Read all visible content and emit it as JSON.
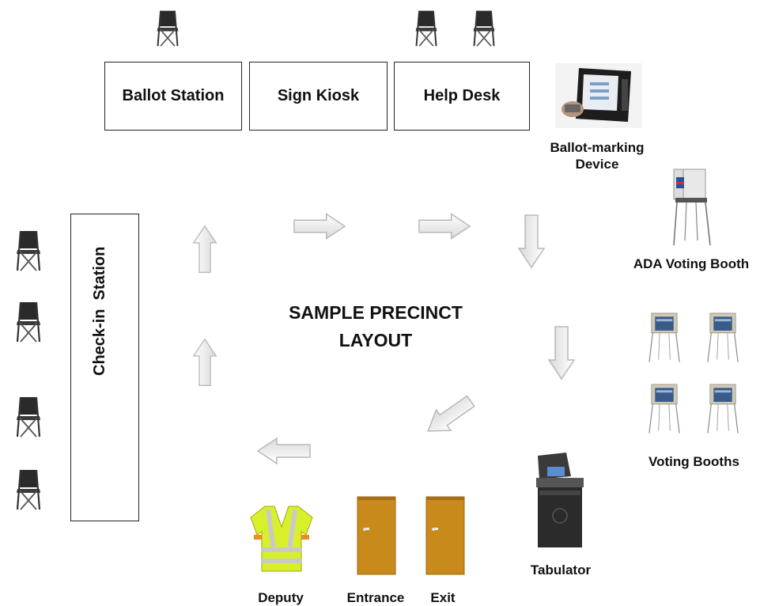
{
  "title_line1": "SAMPLE PRECINCT",
  "title_line2": "LAYOUT",
  "stations": {
    "ballot_station": "Ballot Station",
    "sign_kiosk": "Sign Kiosk",
    "help_desk": "Help Desk",
    "check_in": "Check-in  Station"
  },
  "labels": {
    "bmd_line1": "Ballot-marking",
    "bmd_line2": "Device",
    "ada_booth": "ADA Voting Booth",
    "voting_booths": "Voting Booths",
    "tabulator": "Tabulator",
    "deputy": "Deputy",
    "entrance": "Entrance",
    "exit": "Exit"
  },
  "icons": {
    "chair": "folding-chair-icon",
    "arrow": "hollow-arrow-icon",
    "door_color": "#c98a1c",
    "vest_color": "#d8f02a"
  }
}
